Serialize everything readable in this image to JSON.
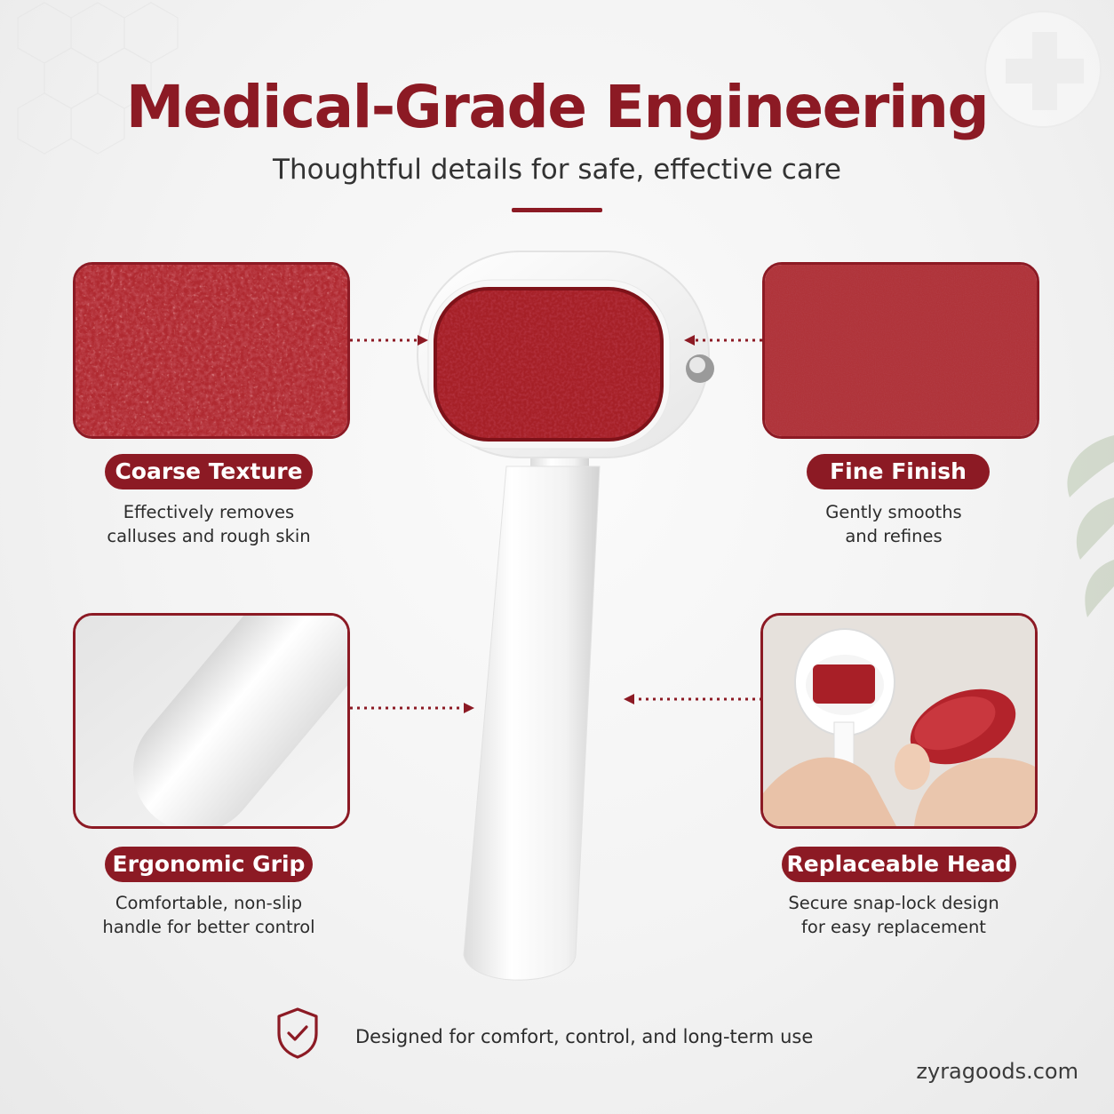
{
  "header": {
    "title": "Medical-Grade Engineering",
    "subtitle": "Thoughtful details for safe, effective care"
  },
  "features": {
    "coarse": {
      "label": "Coarse Texture",
      "line1": "Effectively removes",
      "line2": "calluses and rough skin"
    },
    "fine": {
      "label": "Fine Finish",
      "line1": "Gently smooths",
      "line2": "and refines"
    },
    "grip": {
      "label": "Ergonomic Grip",
      "line1": "Comfortable, non-slip",
      "line2": "handle for better control"
    },
    "head": {
      "label": "Replaceable Head",
      "line1": "Secure snap-lock design",
      "line2": "for easy replacement"
    }
  },
  "footer": {
    "tagline": "Designed for comfort, control, and long-term use",
    "website": "zyragoods.com",
    "icon": "shield-check-icon"
  },
  "colors": {
    "brand": "#8c1a24",
    "pad_red": "#b3282f",
    "text": "#2c2c2c"
  }
}
